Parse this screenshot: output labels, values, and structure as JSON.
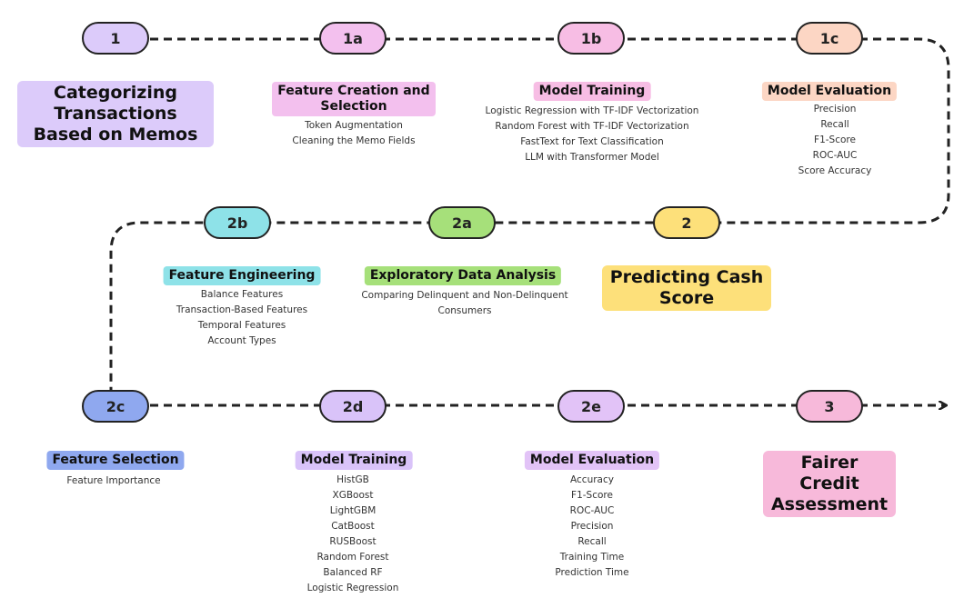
{
  "colors": {
    "line": "#222222",
    "lavender": "#dccbfa",
    "pink": "#f3c0ee",
    "magenta": "#f7bde4",
    "peach": "#fcd6c4",
    "yellow": "#fde07a",
    "lime": "#a6e07a",
    "cyan": "#8ee2e8",
    "blue": "#8fa8ef",
    "purple": "#d9c3f9",
    "rose": "#f7b9da"
  },
  "nodes": {
    "n1": "1",
    "n1a": "1a",
    "n1b": "1b",
    "n1c": "1c",
    "n2": "2",
    "n2a": "2a",
    "n2b": "2b",
    "n2c": "2c",
    "n2d": "2d",
    "n2e": "2e",
    "n3": "3"
  },
  "headings": {
    "categorizing": "Categorizing Transactions Based on Memos",
    "predicting": "Predicting Cash Score",
    "fairer": "Fairer Credit Assessment"
  },
  "steps": {
    "s1a": {
      "title": "Feature Creation and Selection",
      "items": [
        "Token Augmentation",
        "Cleaning the Memo Fields"
      ]
    },
    "s1b": {
      "title": "Model Training",
      "items": [
        "Logistic Regression with TF-IDF Vectorization",
        "Random Forest with TF-IDF Vectorization",
        "FastText for Text Classification",
        "LLM with Transformer Model"
      ]
    },
    "s1c": {
      "title": "Model Evaluation",
      "items": [
        "Precision",
        "Recall",
        "F1-Score",
        "ROC-AUC",
        "Score Accuracy"
      ]
    },
    "s2a": {
      "title": "Exploratory Data Analysis",
      "items": [
        "Comparing Delinquent and Non-Delinquent",
        "Consumers"
      ]
    },
    "s2b": {
      "title": "Feature Engineering",
      "items": [
        "Balance Features",
        "Transaction-Based Features",
        "Temporal Features",
        "Account Types"
      ]
    },
    "s2c": {
      "title": "Feature Selection",
      "items": [
        "Feature Importance"
      ]
    },
    "s2d": {
      "title": "Model Training",
      "items": [
        "HistGB",
        "XGBoost",
        "LightGBM",
        "CatBoost",
        "RUSBoost",
        "Random Forest",
        "Balanced RF",
        "Logistic Regression"
      ]
    },
    "s2e": {
      "title": "Model Evaluation",
      "items": [
        "Accuracy",
        "F1-Score",
        "ROC-AUC",
        "Precision",
        "Recall",
        "Training Time",
        "Prediction Time"
      ]
    }
  }
}
